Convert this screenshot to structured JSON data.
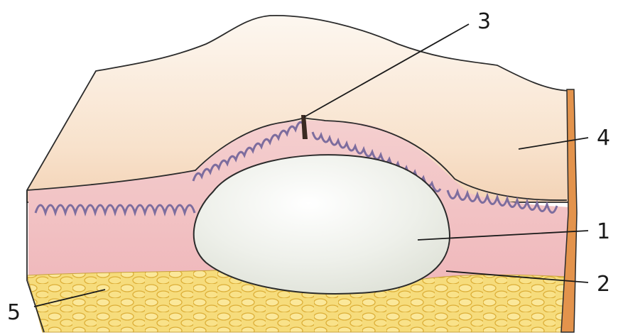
{
  "labels": {
    "l1": "1",
    "l2": "2",
    "l3": "3",
    "l4": "4",
    "l5": "5"
  },
  "colors": {
    "outline": "#2b2b2b",
    "skin_surface": "#fbf3ea",
    "skin_warm": "#f6d9bd",
    "dermis": "#f2c4c4",
    "papillae": "#8a7aa8",
    "cyst_fill": "#eef0ea",
    "fat": "#f4d873",
    "fat_cell": "#e8b83a",
    "side_edge": "#d9873e"
  }
}
